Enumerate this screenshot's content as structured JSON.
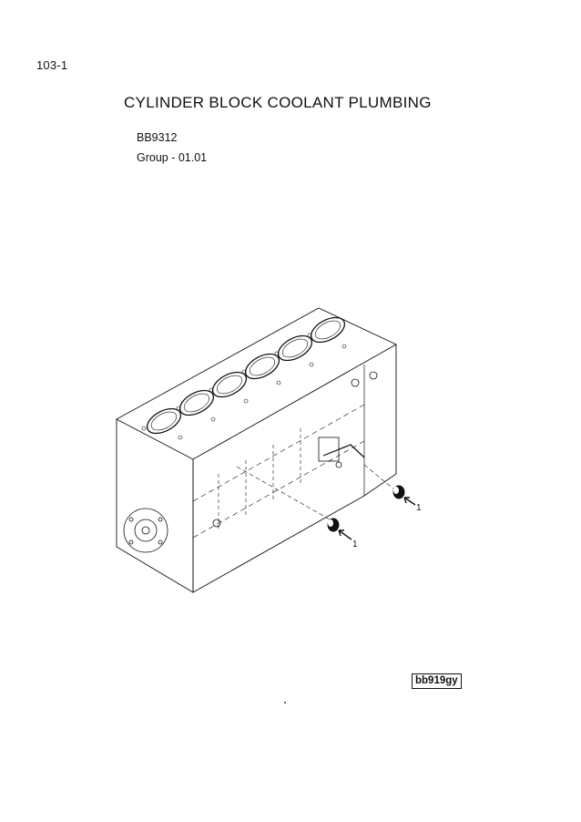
{
  "page": {
    "number": "103-1",
    "title": "CYLINDER BLOCK COOLANT PLUMBING",
    "part_code": "BB9312",
    "group": "Group - 01.01"
  },
  "diagram": {
    "callout_1": "1",
    "callout_2": "1",
    "reference": "bb919gy"
  }
}
